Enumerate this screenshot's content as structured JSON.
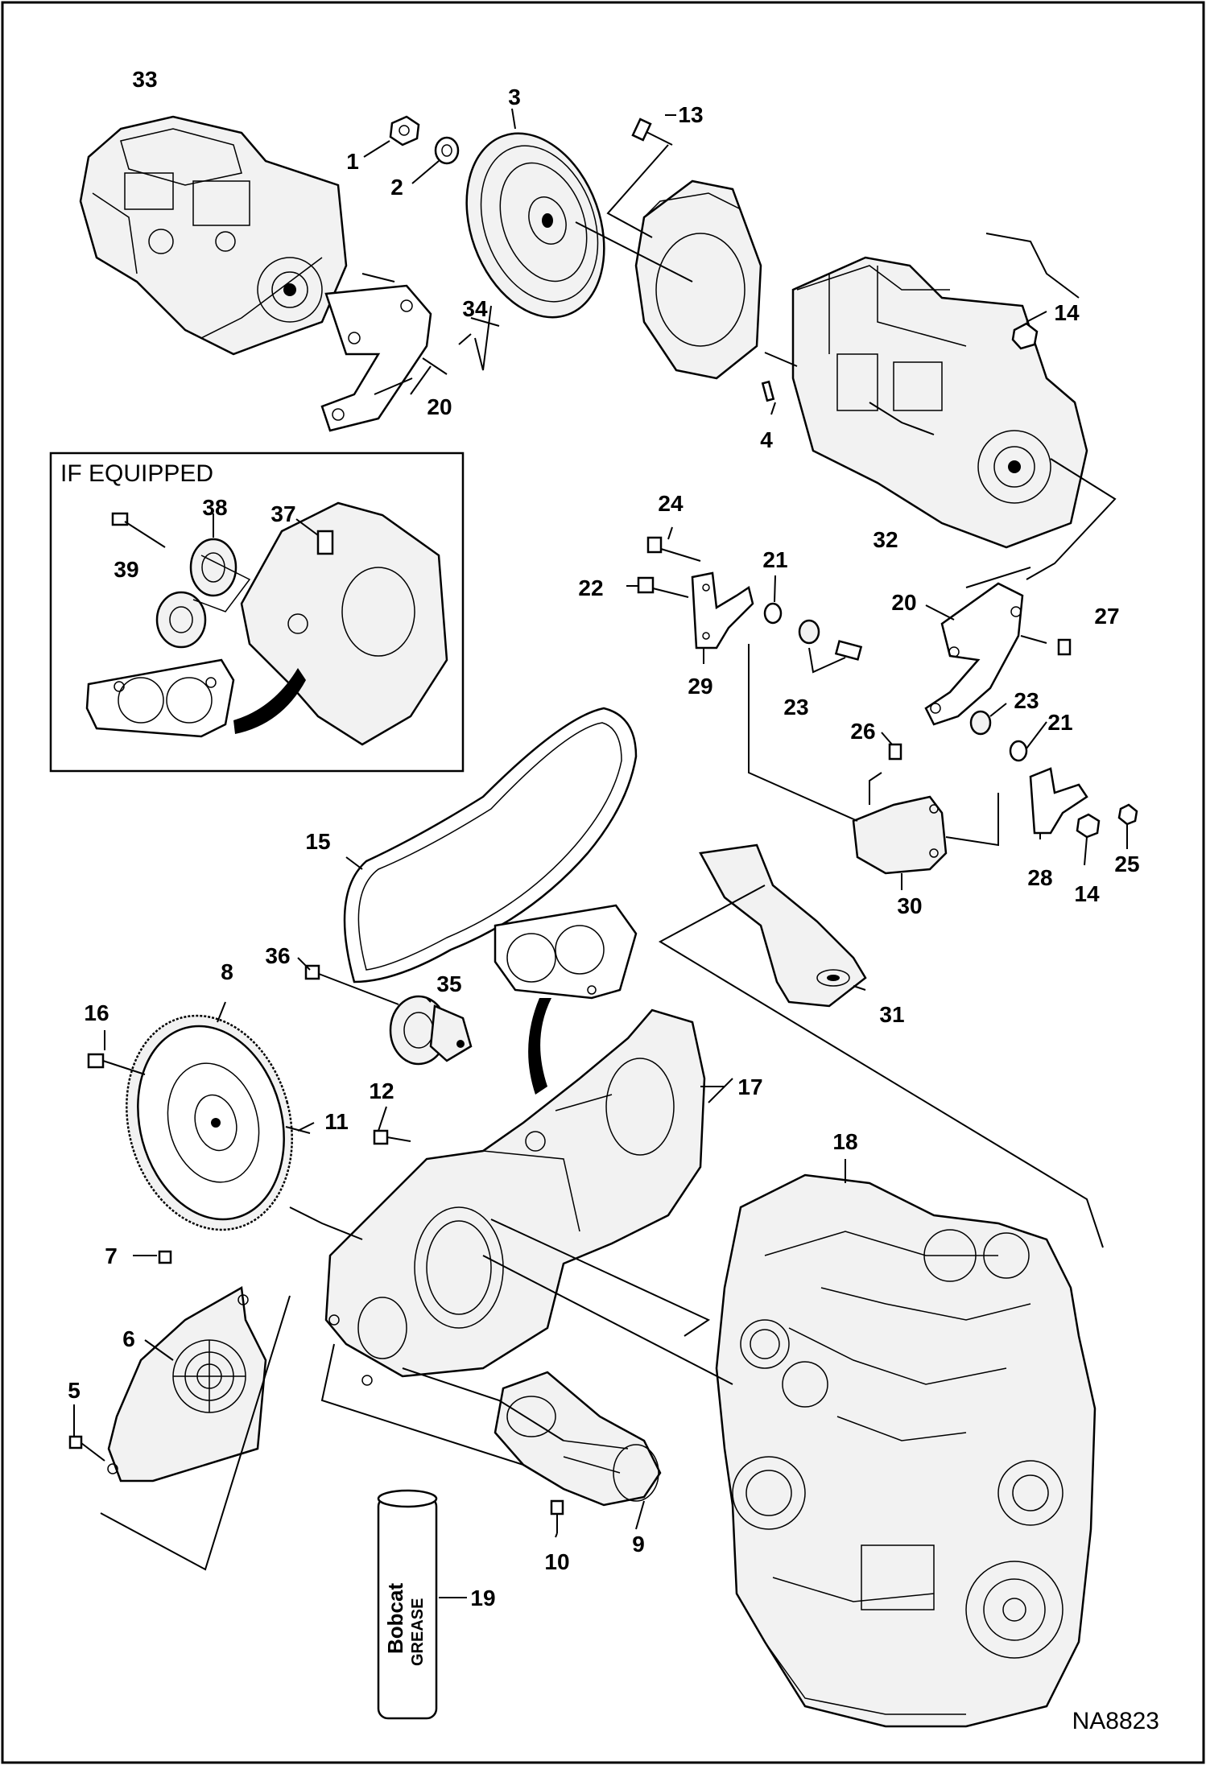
{
  "diagram": {
    "doc_code": "NA8823",
    "inset_title": "IF EQUIPPED",
    "grease_brand": "Bobcat",
    "grease_text": "GREASE",
    "callouts": {
      "c1": "1",
      "c2": "2",
      "c3": "3",
      "c4": "4",
      "c5": "5",
      "c6": "6",
      "c7": "7",
      "c8": "8",
      "c9": "9",
      "c10": "10",
      "c11": "11",
      "c12": "12",
      "c13": "13",
      "c14a": "14",
      "c14b": "14",
      "c15": "15",
      "c16": "16",
      "c17": "17",
      "c18": "18",
      "c19": "19",
      "c20a": "20",
      "c20b": "20",
      "c21a": "21",
      "c21b": "21",
      "c22": "22",
      "c23a": "23",
      "c23b": "23",
      "c24": "24",
      "c25": "25",
      "c26": "26",
      "c27": "27",
      "c28": "28",
      "c29": "29",
      "c30": "30",
      "c31": "31",
      "c32": "32",
      "c33": "33",
      "c34": "34",
      "c35": "35",
      "c36": "36",
      "c37": "37",
      "c38": "38",
      "c39": "39"
    }
  }
}
